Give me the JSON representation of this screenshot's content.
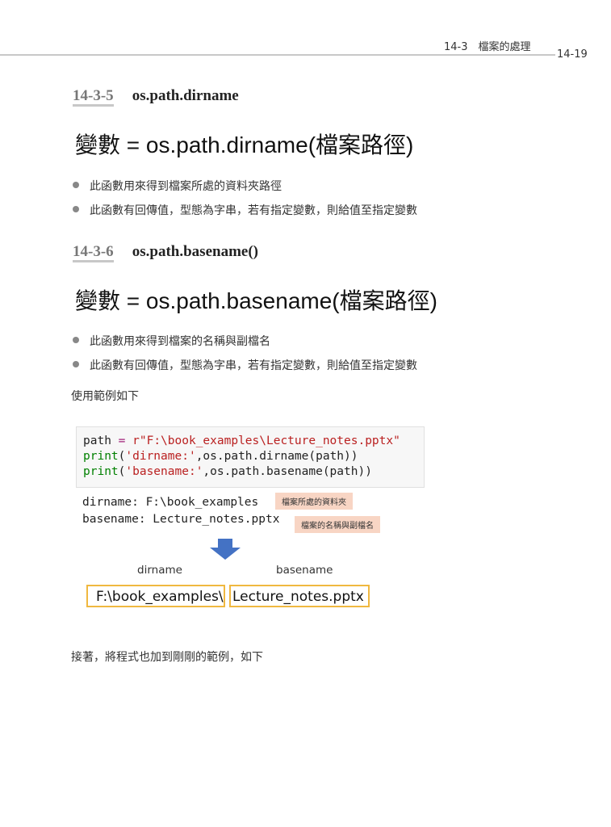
{
  "header": {
    "chapter": "14-3　檔案的處理",
    "page_number": "14-19"
  },
  "sections": [
    {
      "number": "14-3-5",
      "title": "os.path.dirname",
      "syntax": "變數 = os.path.dirname(檔案路徑)",
      "bullets": [
        "此函數用來得到檔案所處的資料夾路徑",
        "此函數有回傳值，型態為字串，若有指定變數，則給值至指定變數"
      ]
    },
    {
      "number": "14-3-6",
      "title": "os.path.basename()",
      "syntax": "變數 = os.path.basename(檔案路徑)",
      "bullets": [
        "此函數用來得到檔案的名稱與副檔名",
        "此函數有回傳值，型態為字串，若有指定變數，則給值至指定變數"
      ]
    }
  ],
  "example_intro": "使用範例如下",
  "code": {
    "line1": {
      "var": "path",
      "op": "=",
      "str": "r\"F:\\book_examples\\Lecture_notes.pptx\""
    },
    "line2": {
      "fn": "print",
      "str": "'dirname:'",
      "rest": ",os.path.dirname(path))"
    },
    "line3": {
      "fn": "print",
      "str": "'basename:'",
      "rest": ",os.path.basename(path))"
    }
  },
  "output": {
    "line1": "dirname: F:\\book_examples",
    "line2": "basename: Lecture_notes.pptx",
    "note1": "檔案所處的資料夾",
    "note2": "檔案的名稱與副檔名"
  },
  "diagram": {
    "dirname_label": "dirname",
    "basename_label": "basename",
    "dirname_value": "F:\\book_examples\\",
    "basename_value": "Lecture_notes.pptx",
    "arrow_color": "#4472c4",
    "box_color": "#f0b840"
  },
  "closing": "接著，將程式也加到剛剛的範例，如下"
}
